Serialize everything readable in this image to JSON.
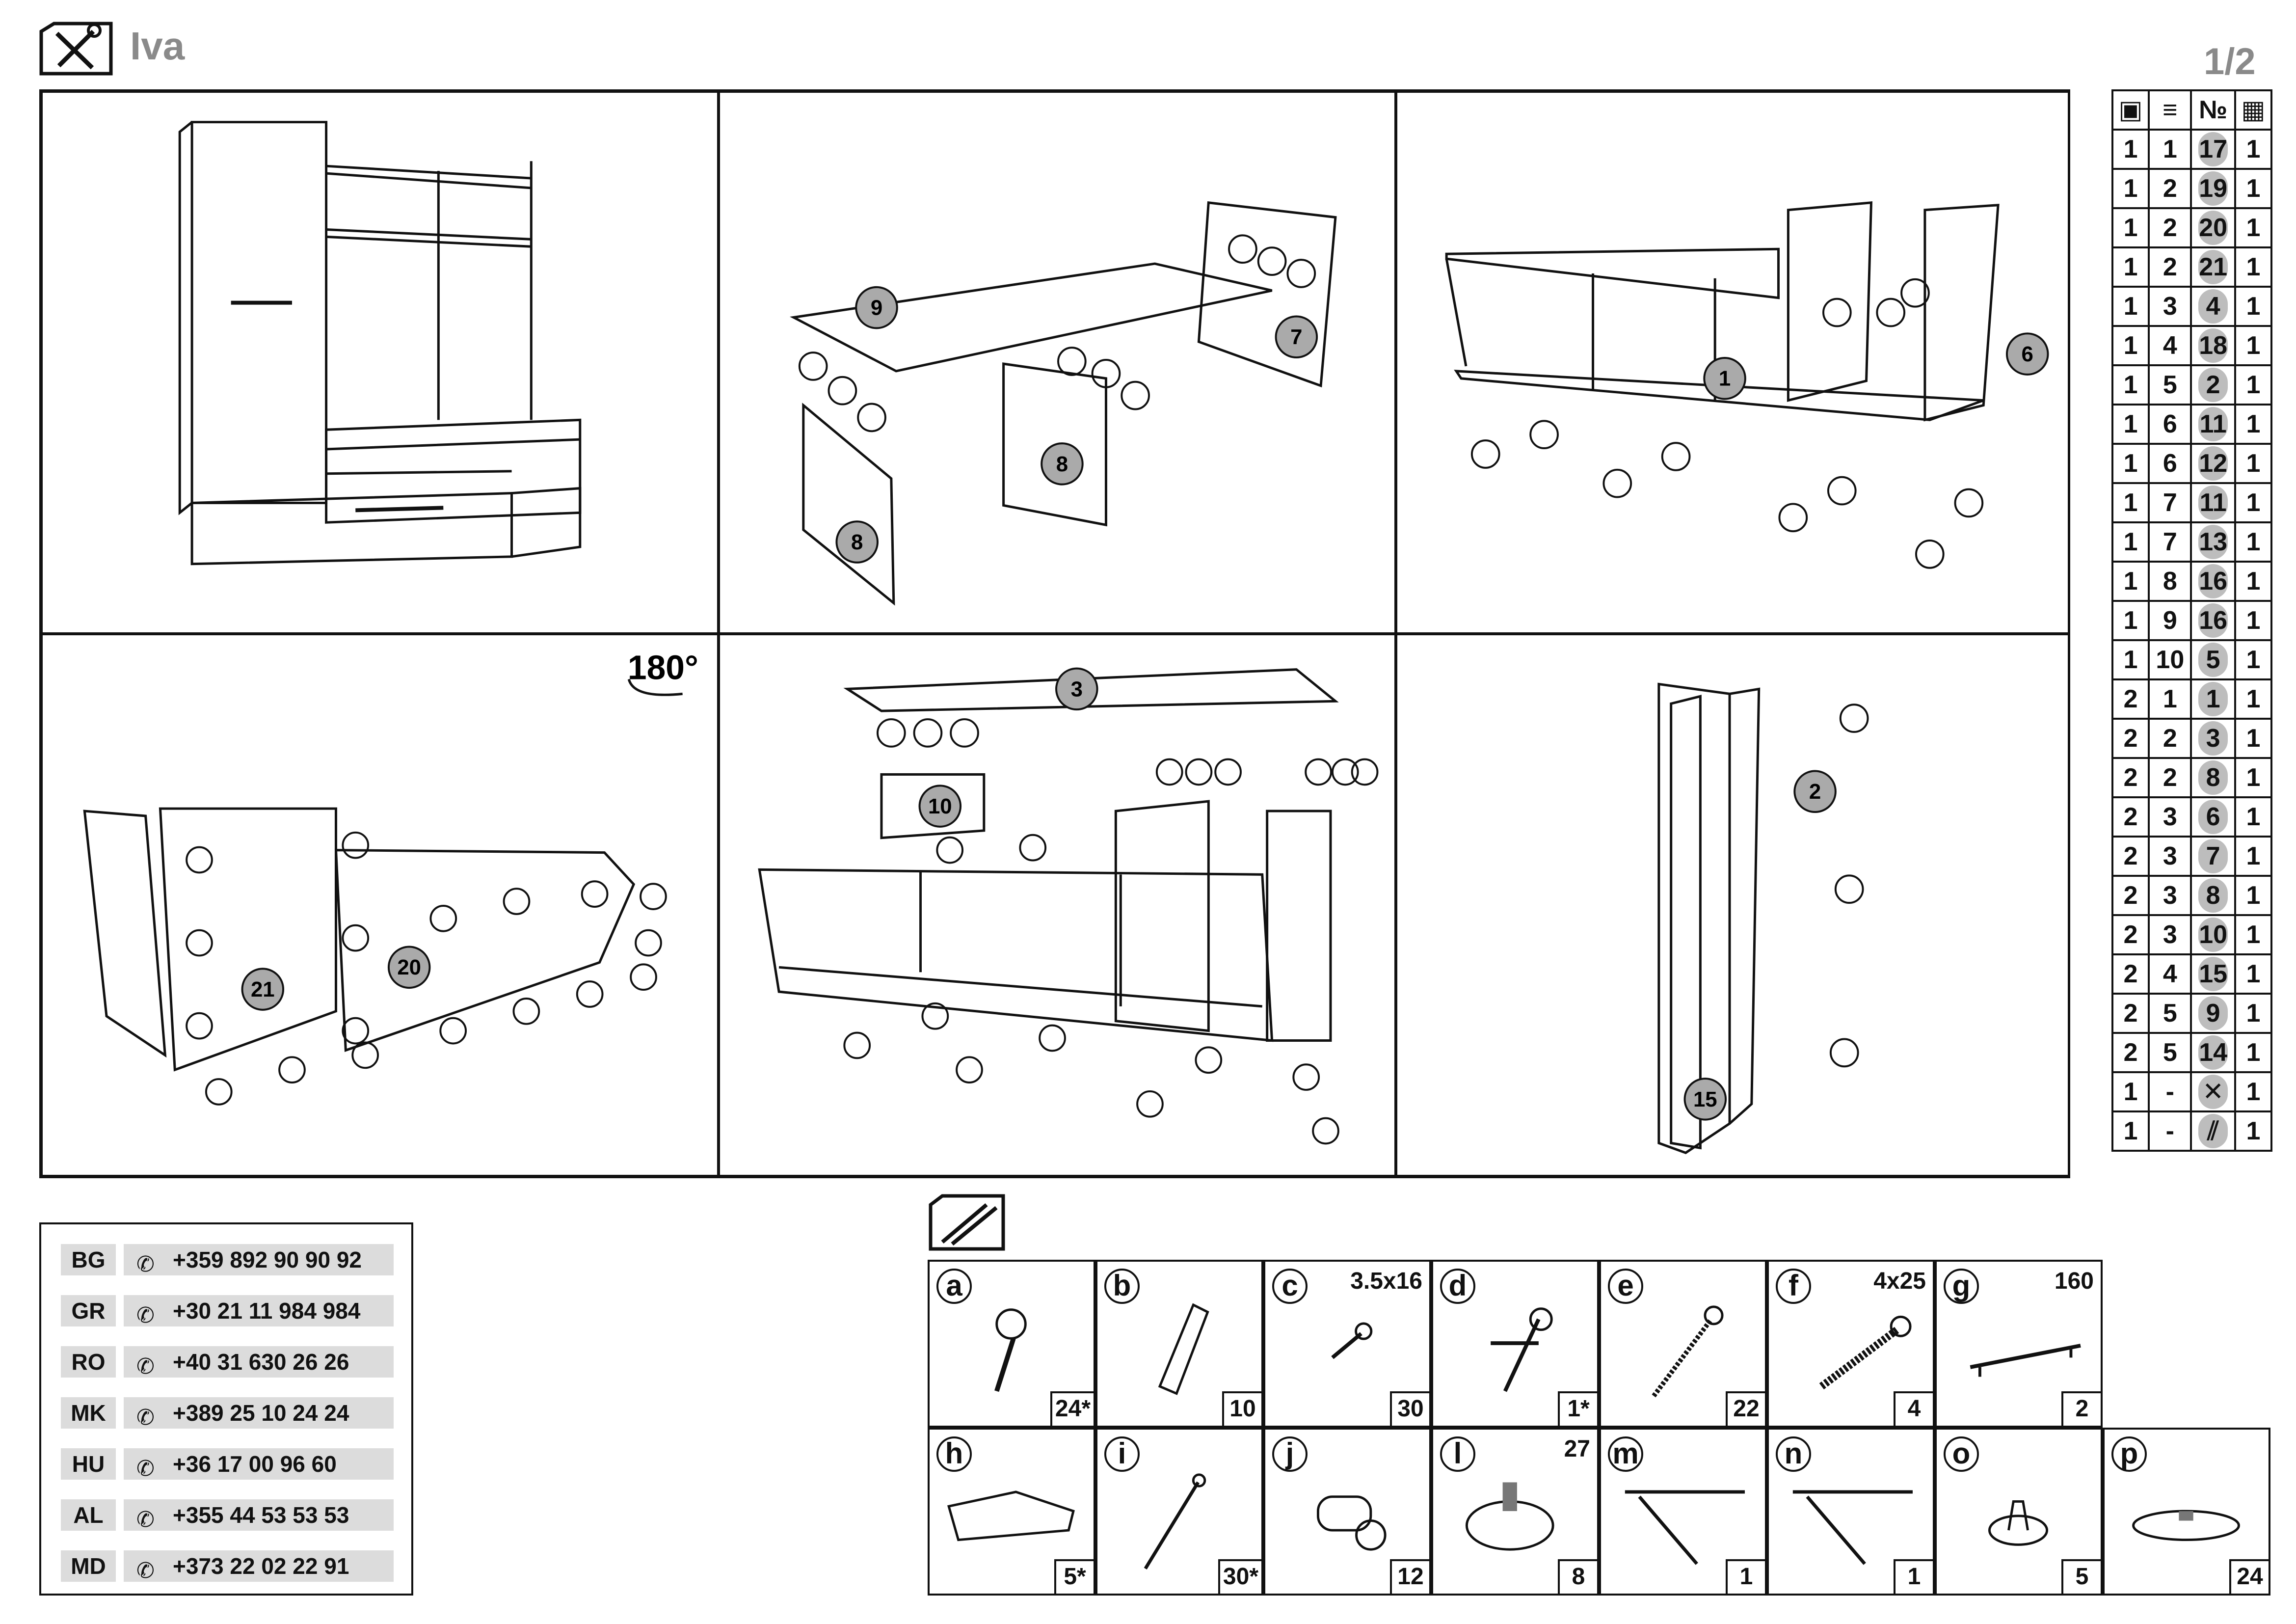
{
  "header": {
    "title": "Iva",
    "page": "1/2"
  },
  "callouts": {
    "nine": "9",
    "seven": "7",
    "eight": "8",
    "one": "1",
    "six": "6",
    "twentyone": "21",
    "twenty": "20",
    "three": "3",
    "ten": "10",
    "two": "2",
    "fifteen": "15",
    "rotation": "180°",
    "a": "a",
    "b": "b",
    "e": "e",
    "i": "i",
    "j": "j",
    "l": "l"
  },
  "parts_table": {
    "header_no": "№",
    "rows": [
      [
        "1",
        "1",
        "17",
        "1"
      ],
      [
        "1",
        "2",
        "19",
        "1"
      ],
      [
        "1",
        "2",
        "20",
        "1"
      ],
      [
        "1",
        "2",
        "21",
        "1"
      ],
      [
        "1",
        "3",
        "4",
        "1"
      ],
      [
        "1",
        "4",
        "18",
        "1"
      ],
      [
        "1",
        "5",
        "2",
        "1"
      ],
      [
        "1",
        "6",
        "11",
        "1"
      ],
      [
        "1",
        "6",
        "12",
        "1"
      ],
      [
        "1",
        "7",
        "11",
        "1"
      ],
      [
        "1",
        "7",
        "13",
        "1"
      ],
      [
        "1",
        "8",
        "16",
        "1"
      ],
      [
        "1",
        "9",
        "16",
        "1"
      ],
      [
        "1",
        "10",
        "5",
        "1"
      ],
      [
        "2",
        "1",
        "1",
        "1"
      ],
      [
        "2",
        "2",
        "3",
        "1"
      ],
      [
        "2",
        "2",
        "8",
        "1"
      ],
      [
        "2",
        "3",
        "6",
        "1"
      ],
      [
        "2",
        "3",
        "7",
        "1"
      ],
      [
        "2",
        "3",
        "8",
        "1"
      ],
      [
        "2",
        "3",
        "10",
        "1"
      ],
      [
        "2",
        "4",
        "15",
        "1"
      ],
      [
        "2",
        "5",
        "9",
        "1"
      ],
      [
        "2",
        "5",
        "14",
        "1"
      ],
      [
        "1",
        "-",
        "tools-icon",
        "1"
      ],
      [
        "1",
        "-",
        "pins-icon",
        "1"
      ]
    ]
  },
  "contacts": [
    {
      "code": "BG",
      "phone": "+359 892 90 90 92"
    },
    {
      "code": "GR",
      "phone": "+30 21 11 984 984"
    },
    {
      "code": "RO",
      "phone": "+40 31 630 26 26"
    },
    {
      "code": "MK",
      "phone": "+389 25 10 24 24"
    },
    {
      "code": "HU",
      "phone": "+36 17 00 96 60"
    },
    {
      "code": "AL",
      "phone": "+355 44 53 53 53"
    },
    {
      "code": "MD",
      "phone": "+373 22 02 22 91"
    }
  ],
  "hardware": [
    {
      "letter": "a",
      "spec": "",
      "qty": "24*",
      "icon": "cam-lock-icon"
    },
    {
      "letter": "b",
      "spec": "",
      "qty": "10",
      "icon": "dowel-icon"
    },
    {
      "letter": "c",
      "spec": "3.5x16",
      "qty": "30",
      "icon": "screw-icon"
    },
    {
      "letter": "d",
      "spec": "",
      "qty": "1*",
      "icon": "bolt-icon"
    },
    {
      "letter": "e",
      "spec": "",
      "qty": "22",
      "icon": "confirmat-screw-icon"
    },
    {
      "letter": "f",
      "spec": "4x25",
      "qty": "4",
      "icon": "long-screw-icon"
    },
    {
      "letter": "g",
      "spec": "160",
      "qty": "2",
      "icon": "handle-icon"
    },
    {
      "letter": "h",
      "spec": "",
      "qty": "5*",
      "icon": "hinge-icon"
    },
    {
      "letter": "i",
      "spec": "",
      "qty": "30*",
      "icon": "nail-icon"
    },
    {
      "letter": "j",
      "spec": "",
      "qty": "12",
      "icon": "shelf-pin-icon"
    },
    {
      "letter": "l",
      "spec": "27",
      "qty": "8",
      "icon": "foot-icon"
    },
    {
      "letter": "m",
      "spec": "",
      "qty": "1",
      "icon": "stay-icon"
    },
    {
      "letter": "n",
      "spec": "",
      "qty": "1",
      "icon": "stay-icon"
    },
    {
      "letter": "o",
      "spec": "",
      "qty": "5",
      "icon": "knob-icon"
    },
    {
      "letter": "p",
      "spec": "",
      "qty": "24",
      "icon": "glide-icon"
    }
  ]
}
